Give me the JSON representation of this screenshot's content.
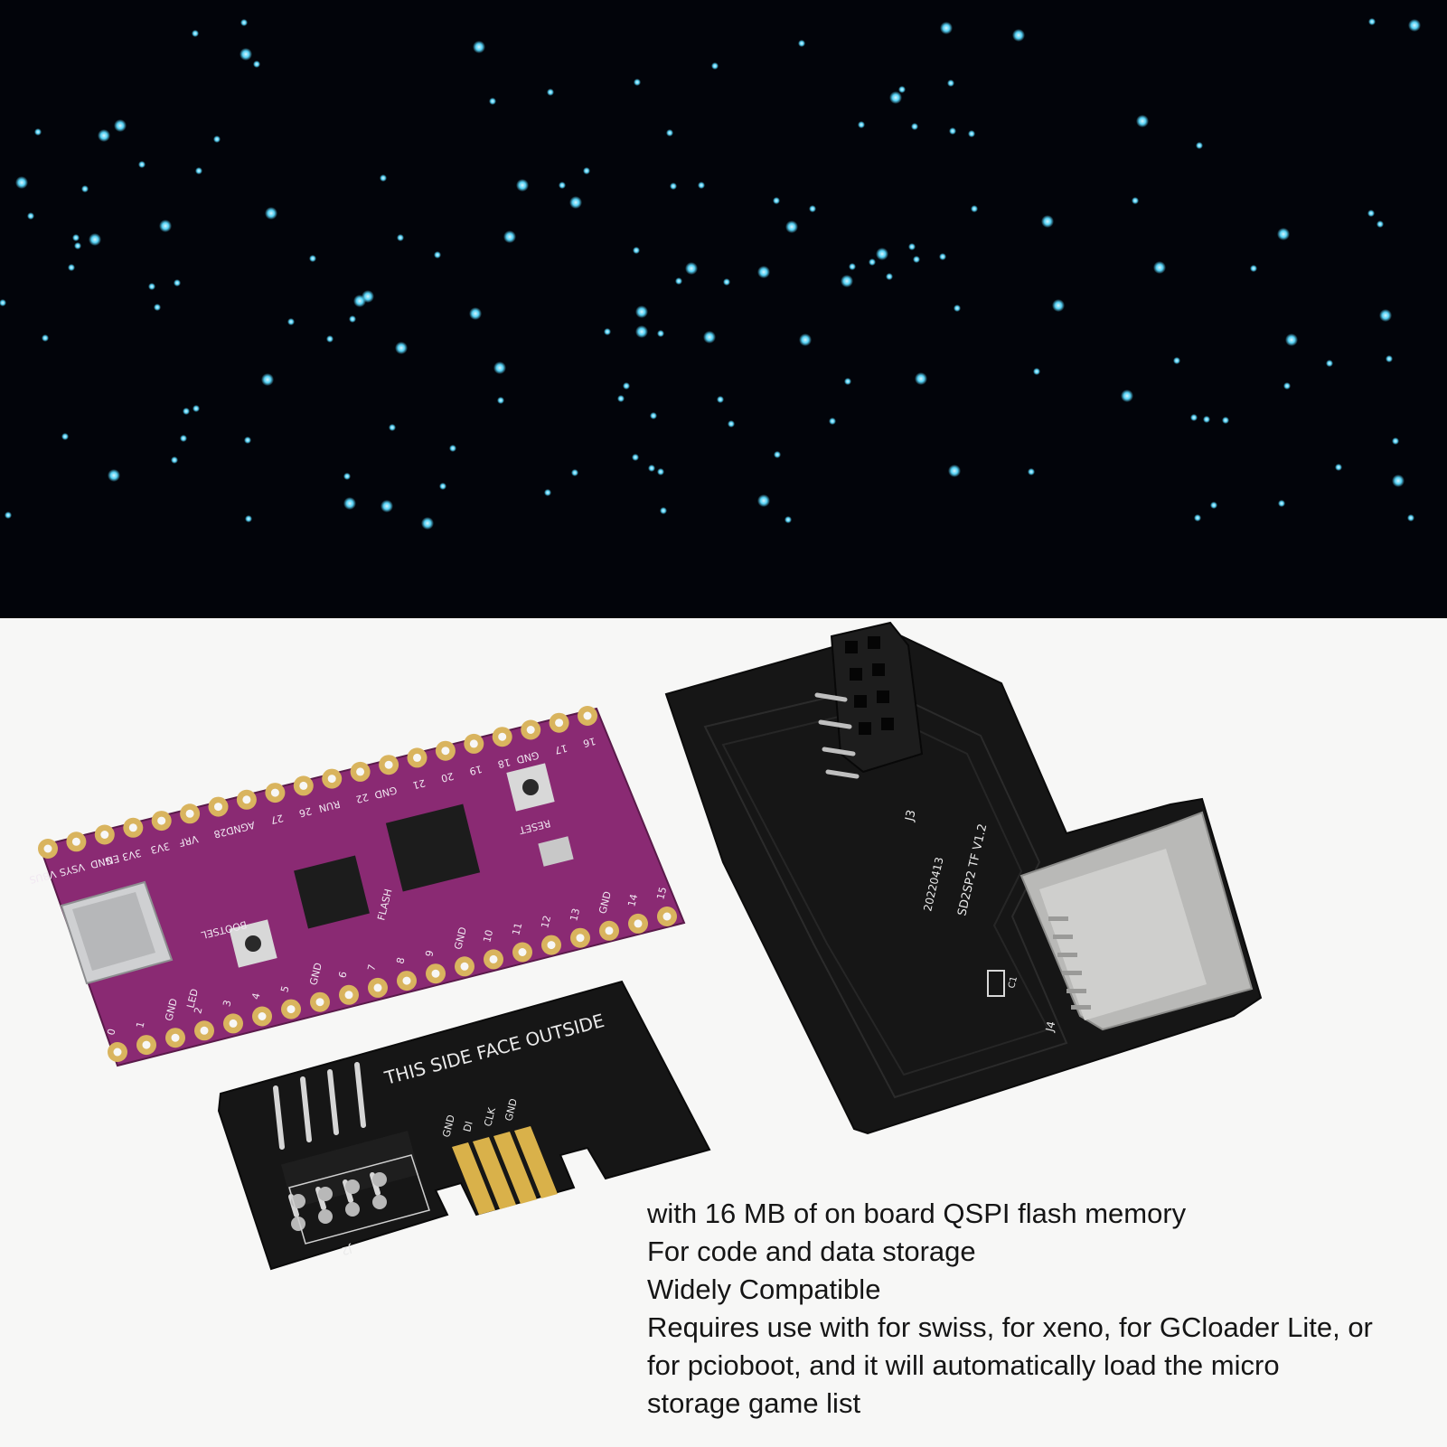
{
  "banner": {
    "description_icon": "light-streak-background",
    "colors": {
      "background": "#02040a",
      "line_top": "#2fb8e6",
      "line_bottom": "#1b2fb0"
    }
  },
  "product": {
    "mcu_board": {
      "pin_labels_top": [
        "16",
        "17",
        "GND",
        "18",
        "19",
        "20",
        "21",
        "GND",
        "22",
        "RUN",
        "26",
        "27",
        "AGND",
        "28",
        "VRF",
        "3V3",
        "3V3 EN",
        "GND",
        "VSYS",
        "VBUS"
      ],
      "pin_labels_bottom": [
        "0",
        "1",
        "GND",
        "2",
        "3",
        "4",
        "5",
        "GND",
        "6",
        "7",
        "8",
        "9",
        "GND",
        "10",
        "11",
        "12",
        "13",
        "GND",
        "14",
        "15"
      ],
      "chip_labels": {
        "flash": "FLASH",
        "bootsel": "BOOTSEL",
        "reset": "RESET",
        "led": "LED"
      },
      "colors": {
        "board": "#8a2a73",
        "pad": "#d9b45e"
      }
    },
    "adapter_card": {
      "title": "THIS SIDE FACE OUTSIDE",
      "contact_labels": [
        "GND",
        "DI",
        "CLK",
        "GND"
      ],
      "header_label": "J2"
    },
    "sd_board": {
      "header_label": "J3",
      "date_code": "20220413",
      "model": "SD2SP2 TF V1.2",
      "slot_label": "J4",
      "cap_label": "C1"
    }
  },
  "caption": {
    "lines": [
      "with 16 MB of on board QSPI flash memory",
      "For code and data storage",
      "Widely Compatible",
      "Requires use with for swiss, for xeno, for GCloader Lite, or",
      "for pcioboot, and it will automatically load the micro",
      "storage game list"
    ]
  }
}
